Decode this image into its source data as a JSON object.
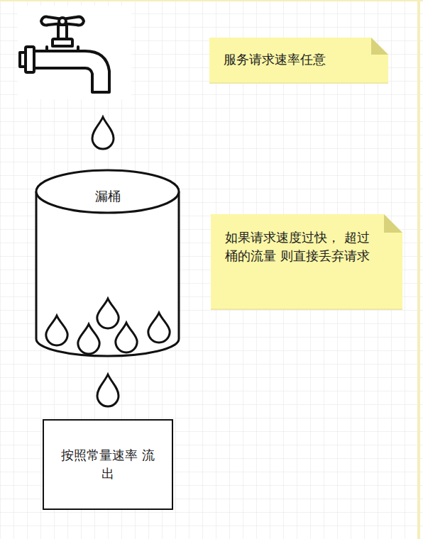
{
  "diagram": {
    "nodes": [
      {
        "text": [
          "服务请求速率任意"
        ]
      },
      {
        "text": [
          "漏桶"
        ]
      },
      {
        "text": [
          "如果请求速度过快， 超过桶的流量 则直接丢弃请求"
        ]
      },
      {
        "text": [
          "按照常量速率 流出"
        ]
      }
    ]
  }
}
